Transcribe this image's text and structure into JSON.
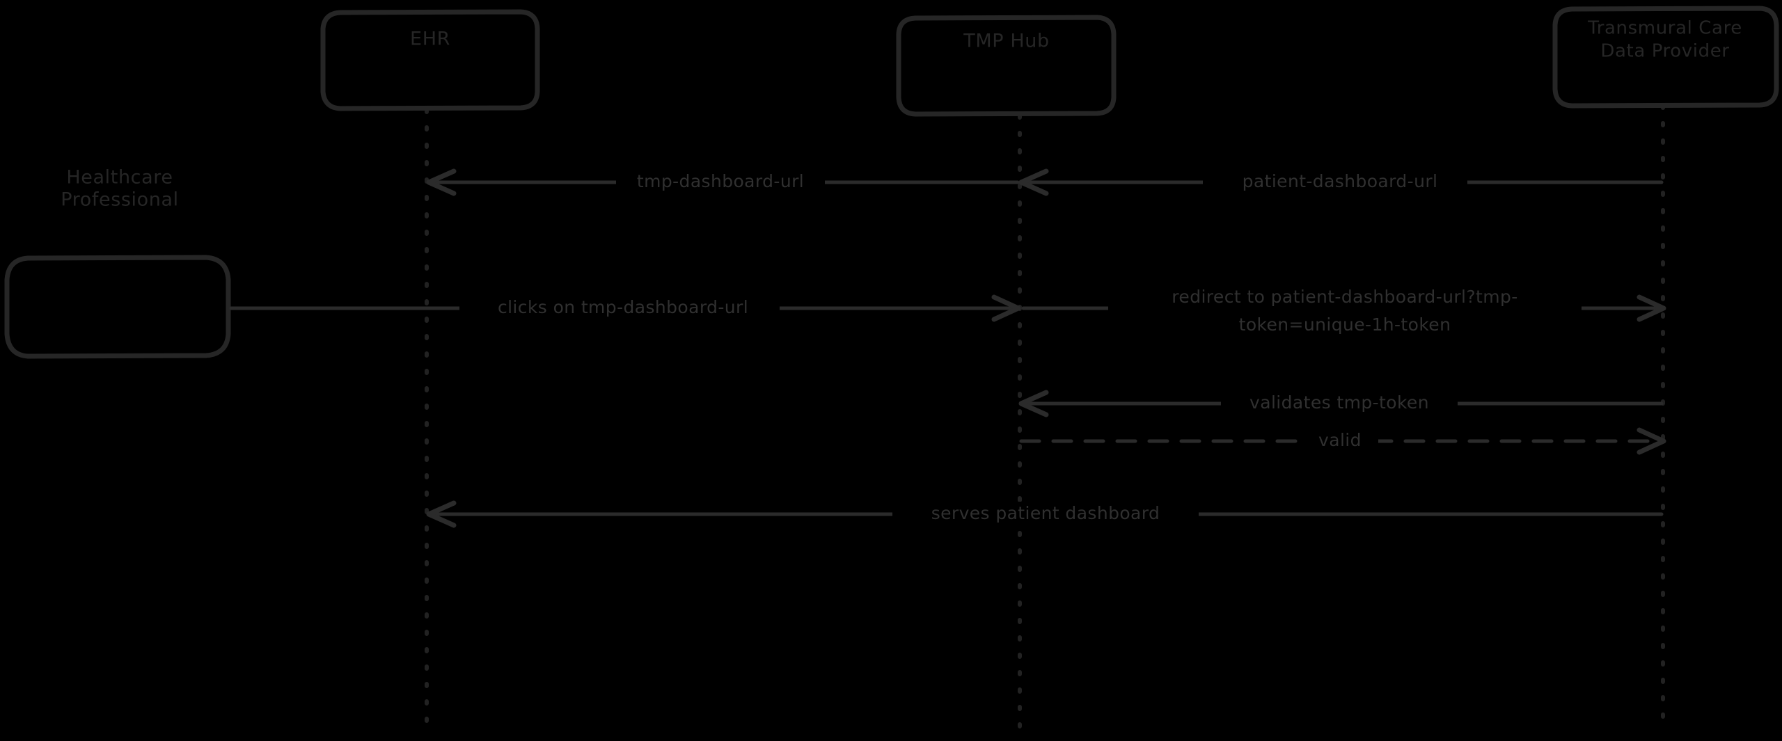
{
  "diagram": {
    "type": "sequence-diagram",
    "title": "Transmural care dashboard SSO redirect flow",
    "background_color": "#000000",
    "stroke_color": "#262626",
    "text_color": "#303030",
    "style": "hand-drawn"
  },
  "participants": [
    {
      "id": "healthcare-professional",
      "label_lines": [
        "Healthcare",
        "Professional"
      ],
      "label": "Healthcare Professional",
      "has_lifeline": false
    },
    {
      "id": "ehr",
      "label_lines": [
        "EHR"
      ],
      "label": "EHR",
      "has_lifeline": true
    },
    {
      "id": "tmp-hub",
      "label_lines": [
        "TMP Hub"
      ],
      "label": "TMP Hub",
      "has_lifeline": true
    },
    {
      "id": "transmural-care-data-provider",
      "label_lines": [
        "Transmural Care",
        "Data Provider"
      ],
      "label": "Transmural Care Data Provider",
      "has_lifeline": true
    }
  ],
  "messages": [
    {
      "index": 1,
      "label_lines": [
        "tmp-dashboard-url"
      ],
      "label": "tmp-dashboard-url",
      "from": "tmp-hub",
      "to": "ehr",
      "direction": "left",
      "line_style": "solid"
    },
    {
      "index": 2,
      "label_lines": [
        "patient-dashboard-url"
      ],
      "label": "patient-dashboard-url",
      "from": "transmural-care-data-provider",
      "to": "tmp-hub",
      "direction": "left",
      "line_style": "solid"
    },
    {
      "index": 3,
      "label_lines": [
        "clicks on tmp-dashboard-url"
      ],
      "label": "clicks on tmp-dashboard-url",
      "from": "healthcare-professional",
      "to": "tmp-hub",
      "direction": "right",
      "line_style": "solid"
    },
    {
      "index": 4,
      "label_lines": [
        "redirect to patient-dashboard-url?tmp-",
        "token=unique-1h-token"
      ],
      "label": "redirect to patient-dashboard-url?tmp-token=unique-1h-token",
      "from": "tmp-hub",
      "to": "transmural-care-data-provider",
      "direction": "right",
      "line_style": "solid"
    },
    {
      "index": 5,
      "label_lines": [
        "validates tmp-token"
      ],
      "label": "validates tmp-token",
      "from": "transmural-care-data-provider",
      "to": "tmp-hub",
      "direction": "left",
      "line_style": "solid"
    },
    {
      "index": 6,
      "label_lines": [
        "valid"
      ],
      "label": "valid",
      "from": "tmp-hub",
      "to": "transmural-care-data-provider",
      "direction": "right",
      "line_style": "dashed"
    },
    {
      "index": 7,
      "label_lines": [
        "serves patient dashboard"
      ],
      "label": "serves patient dashboard",
      "from": "transmural-care-data-provider",
      "to": "ehr",
      "direction": "left",
      "line_style": "solid"
    }
  ]
}
